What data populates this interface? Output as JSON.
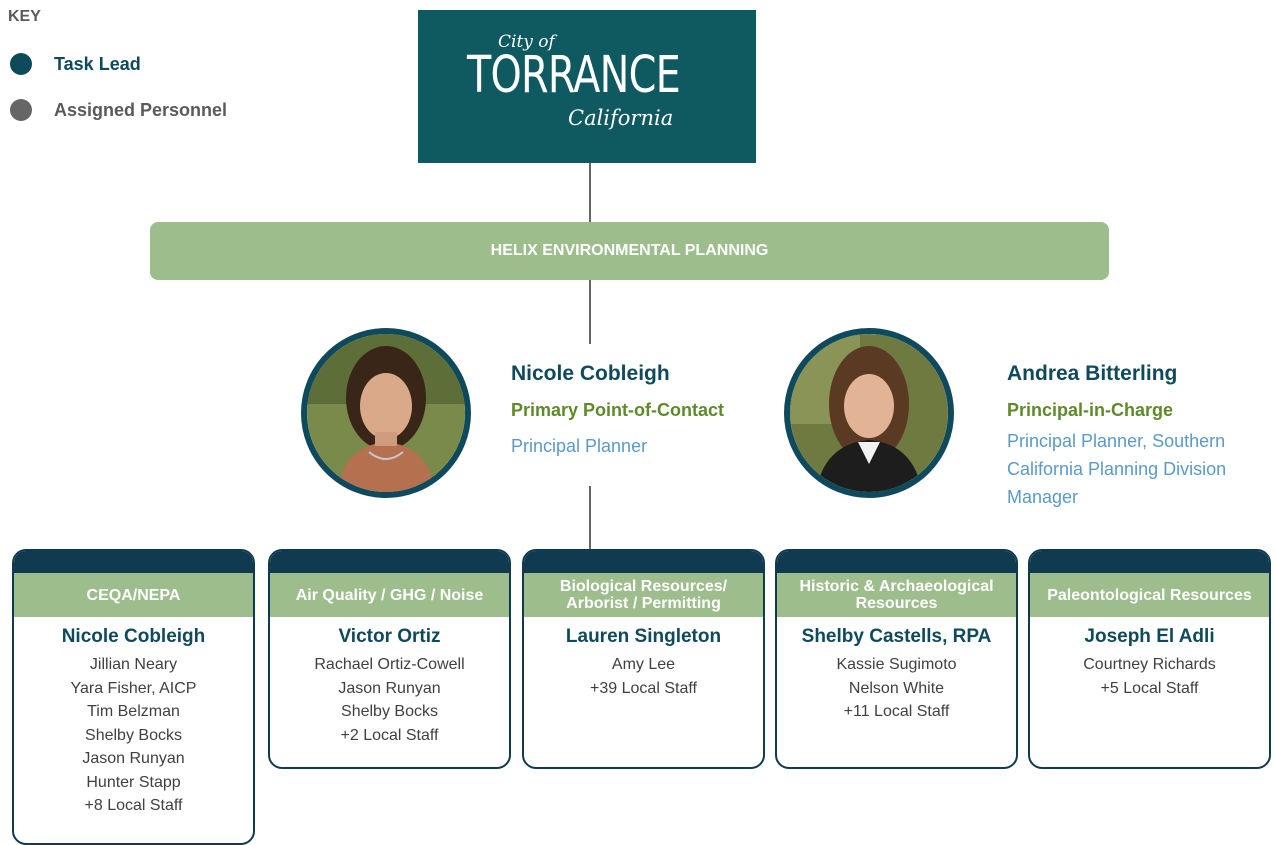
{
  "key": {
    "title": "KEY",
    "items": [
      {
        "label": "Task Lead",
        "color": "#0f4a5c"
      },
      {
        "label": "Assigned Personnel",
        "color": "#666666"
      }
    ]
  },
  "logo": {
    "line1": "City of",
    "line2": "TORRANCE",
    "line3": "California"
  },
  "banner": "HELIX ENVIRONMENTAL PLANNING",
  "contacts": [
    {
      "name": "Nicole Cobleigh",
      "role": "Primary Point-of-Contact",
      "title_lines": [
        "Principal Planner"
      ]
    },
    {
      "name": "Andrea Bitterling",
      "role": "Principal-in-Charge",
      "title_lines": [
        "Principal Planner, Southern",
        "California Planning Division",
        "Manager"
      ]
    }
  ],
  "teams": [
    {
      "heading": "CEQA/NEPA",
      "lead": "Nicole Cobleigh",
      "staff": [
        "Jillian Neary",
        "Yara Fisher, AICP",
        "Tim Belzman",
        "Shelby Bocks",
        "Jason Runyan",
        "Hunter Stapp",
        "+8 Local Staff"
      ]
    },
    {
      "heading": "Air Quality / GHG / Noise",
      "lead": "Victor Ortiz",
      "staff": [
        "Rachael Ortiz-Cowell",
        "Jason Runyan",
        "Shelby Bocks",
        "+2 Local Staff"
      ]
    },
    {
      "heading": "Biological Resources/ Arborist / Permitting",
      "lead": "Lauren Singleton",
      "staff": [
        "Amy Lee",
        "+39 Local Staff"
      ]
    },
    {
      "heading": "Historic & Archaeological Resources",
      "lead": "Shelby Castells, RPA",
      "staff": [
        "Kassie Sugimoto",
        "Nelson White",
        "+11 Local Staff"
      ]
    },
    {
      "heading": "Paleontological Resources",
      "lead": "Joseph El Adli",
      "staff": [
        "Courtney Richards",
        "+5 Local Staff"
      ]
    }
  ],
  "colors": {
    "primary": "#0f4a5c",
    "accent_green": "#9dbe8c",
    "role_green": "#5e8a2a",
    "title_blue": "#5a9ac8"
  }
}
